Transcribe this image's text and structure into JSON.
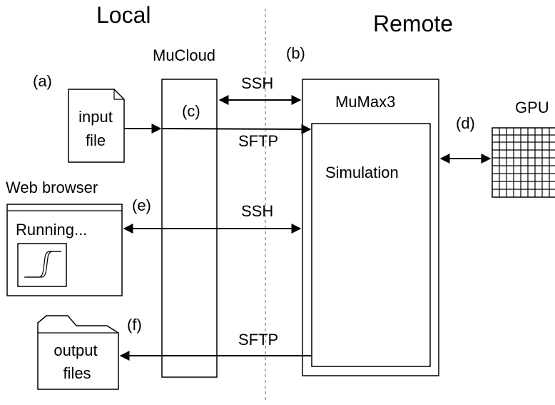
{
  "headings": {
    "local": "Local",
    "remote": "Remote"
  },
  "labels": {
    "a": "(a)",
    "b": "(b)",
    "c": "(c)",
    "d": "(d)",
    "e": "(e)",
    "f": "(f)"
  },
  "components": {
    "mucloud": "MuCloud",
    "mumax3": "MuMax3",
    "simulation": "Simulation",
    "gpu": "GPU",
    "input_file_line1": "input",
    "input_file_line2": "file",
    "web_browser": "Web browser",
    "running": "Running...",
    "output_files_line1": "output",
    "output_files_line2": "files"
  },
  "connections": {
    "ssh_top": "SSH",
    "sftp_upload": "SFTP",
    "ssh_browser": "SSH",
    "sftp_download": "SFTP"
  }
}
